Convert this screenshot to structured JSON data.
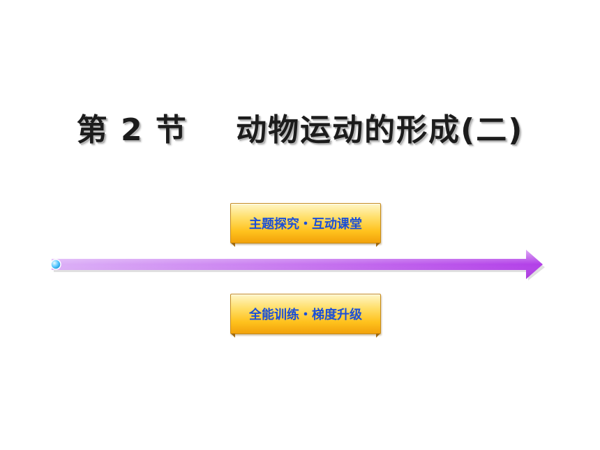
{
  "slide": {
    "title": "第 2 节    动物运动的形成(二)",
    "buttons": {
      "topic_explore": "主题探究・互动课堂",
      "training": "全能训练・梯度升级"
    },
    "colors": {
      "button_text": "#1b4fd6",
      "arrow_start": "#d9a6f5",
      "arrow_end": "#b23ee8",
      "dot": "#4fc3ff"
    },
    "icons": {
      "arrow": "right-arrow-icon",
      "dot": "dot-icon"
    }
  }
}
